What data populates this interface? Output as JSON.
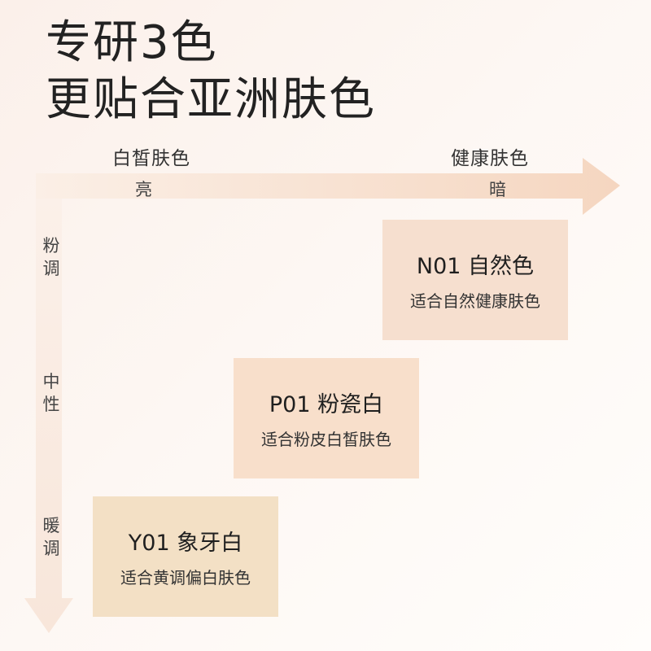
{
  "headline": {
    "line1": "专研3色",
    "line2": "更贴合亚洲肤色"
  },
  "axis": {
    "top_left_label": "白皙肤色",
    "top_right_label": "健康肤色",
    "bright_label": "亮",
    "dark_label": "暗",
    "side_pink": [
      "粉",
      "调"
    ],
    "side_neutral": [
      "中",
      "性"
    ],
    "side_warm": [
      "暖",
      "调"
    ]
  },
  "shades": [
    {
      "name": "N01 自然色",
      "desc": "适合自然健康肤色",
      "color": "#f6dfcf"
    },
    {
      "name": "P01 粉瓷白",
      "desc": "适合粉皮白皙肤色",
      "color": "#f8dfcb"
    },
    {
      "name": "Y01 象牙白",
      "desc": "适合黄调偏白肤色",
      "color": "#f3e0c5"
    }
  ],
  "colors": {
    "arrow_light": "#fbefe6",
    "arrow_dark": "#f5d6c0",
    "text": "#222222"
  }
}
